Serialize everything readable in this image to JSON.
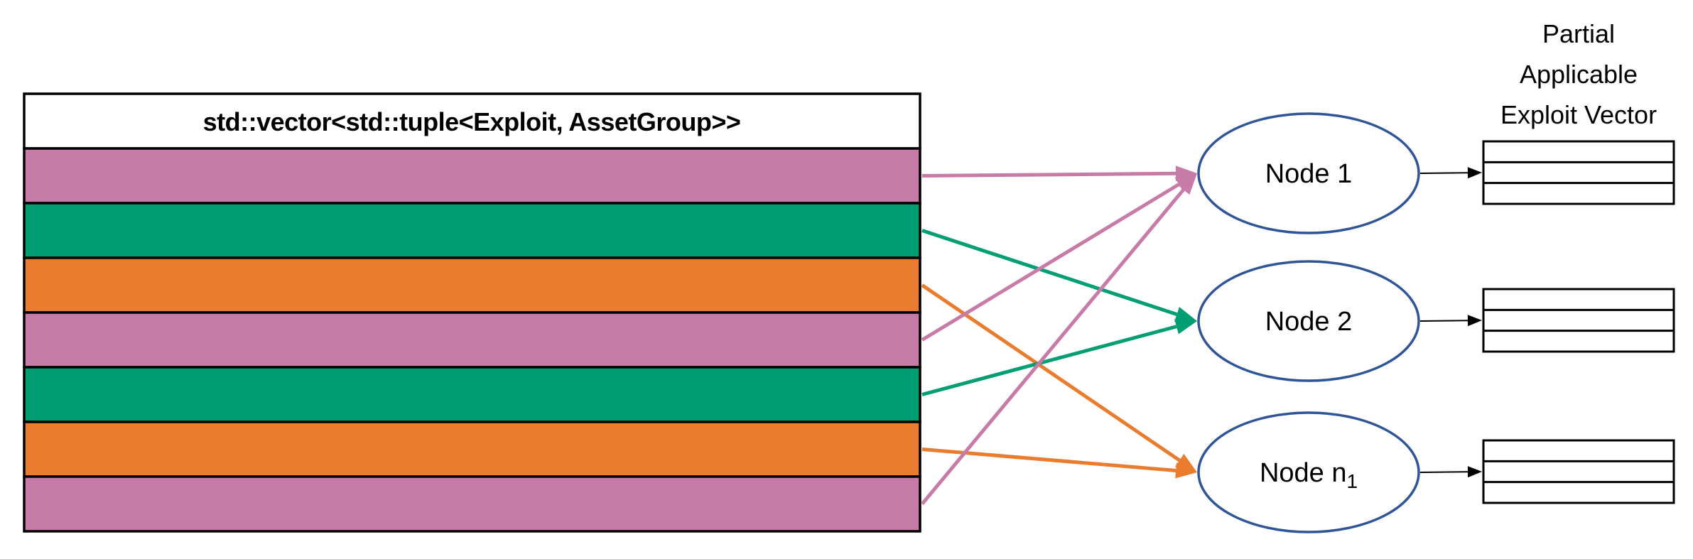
{
  "colors": {
    "pink": "#C77CA8",
    "green": "#009E73",
    "orange": "#EA7C2E",
    "node_border": "#2F5597",
    "line_black": "#000000",
    "box_fill_white": "#FFFFFF"
  },
  "vector_box": {
    "title": "std::vector<std::tuple<Exploit, AssetGroup>>",
    "rows": [
      "pink",
      "green",
      "orange",
      "pink",
      "green",
      "orange",
      "pink"
    ]
  },
  "nodes": [
    {
      "label": "Node 1",
      "subscript": ""
    },
    {
      "label": "Node 2",
      "subscript": ""
    },
    {
      "label": "Node n",
      "subscript": "1"
    }
  ],
  "arrows": [
    {
      "from_row": 0,
      "to_node": 0,
      "color": "pink"
    },
    {
      "from_row": 1,
      "to_node": 1,
      "color": "green"
    },
    {
      "from_row": 2,
      "to_node": 2,
      "color": "orange"
    },
    {
      "from_row": 3,
      "to_node": 0,
      "color": "pink"
    },
    {
      "from_row": 4,
      "to_node": 1,
      "color": "green"
    },
    {
      "from_row": 5,
      "to_node": 2,
      "color": "orange"
    },
    {
      "from_row": 6,
      "to_node": 0,
      "color": "pink"
    }
  ],
  "output_label": {
    "lines": [
      "Partial",
      "Applicable",
      "Exploit Vector"
    ]
  },
  "output_tables": {
    "count": 3,
    "rows_per_table": 3
  }
}
